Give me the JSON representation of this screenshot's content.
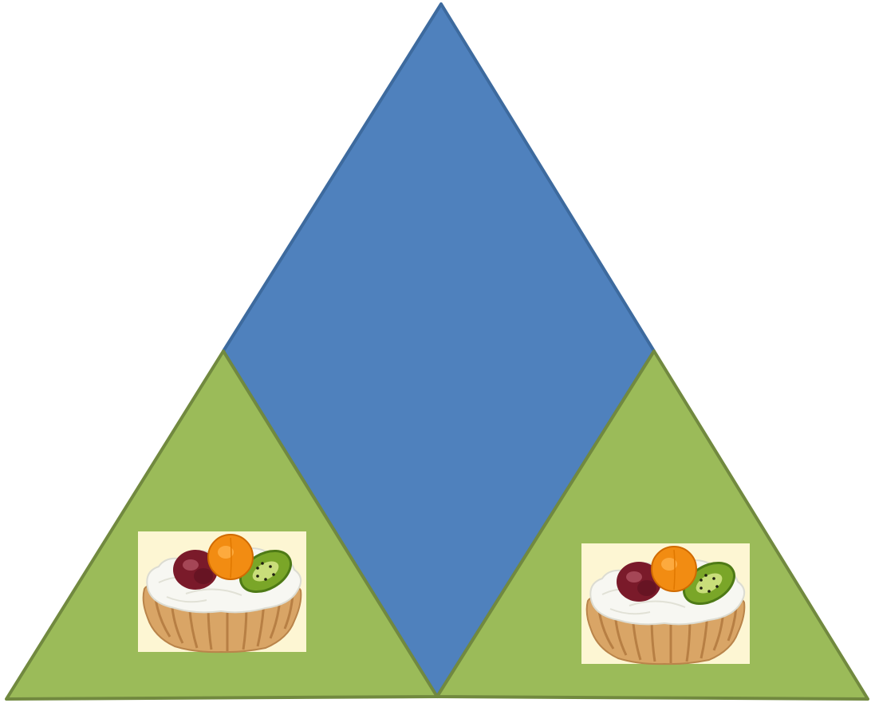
{
  "colors": {
    "background": "#ffffff",
    "rhombus_fill": "#4f81bd",
    "rhombus_stroke": "#3d6a9e",
    "triangle_fill": "#9bbb59",
    "triangle_stroke": "#71893f",
    "photo_background": "#fdf6d3"
  },
  "shapes": {
    "center": {
      "type": "rhombus",
      "icon": "blue-rhombus"
    },
    "left": {
      "type": "triangle",
      "icon": "green-triangle",
      "image": "fruit-tart-icon"
    },
    "right": {
      "type": "triangle",
      "icon": "green-triangle",
      "image": "fruit-tart-icon"
    }
  }
}
